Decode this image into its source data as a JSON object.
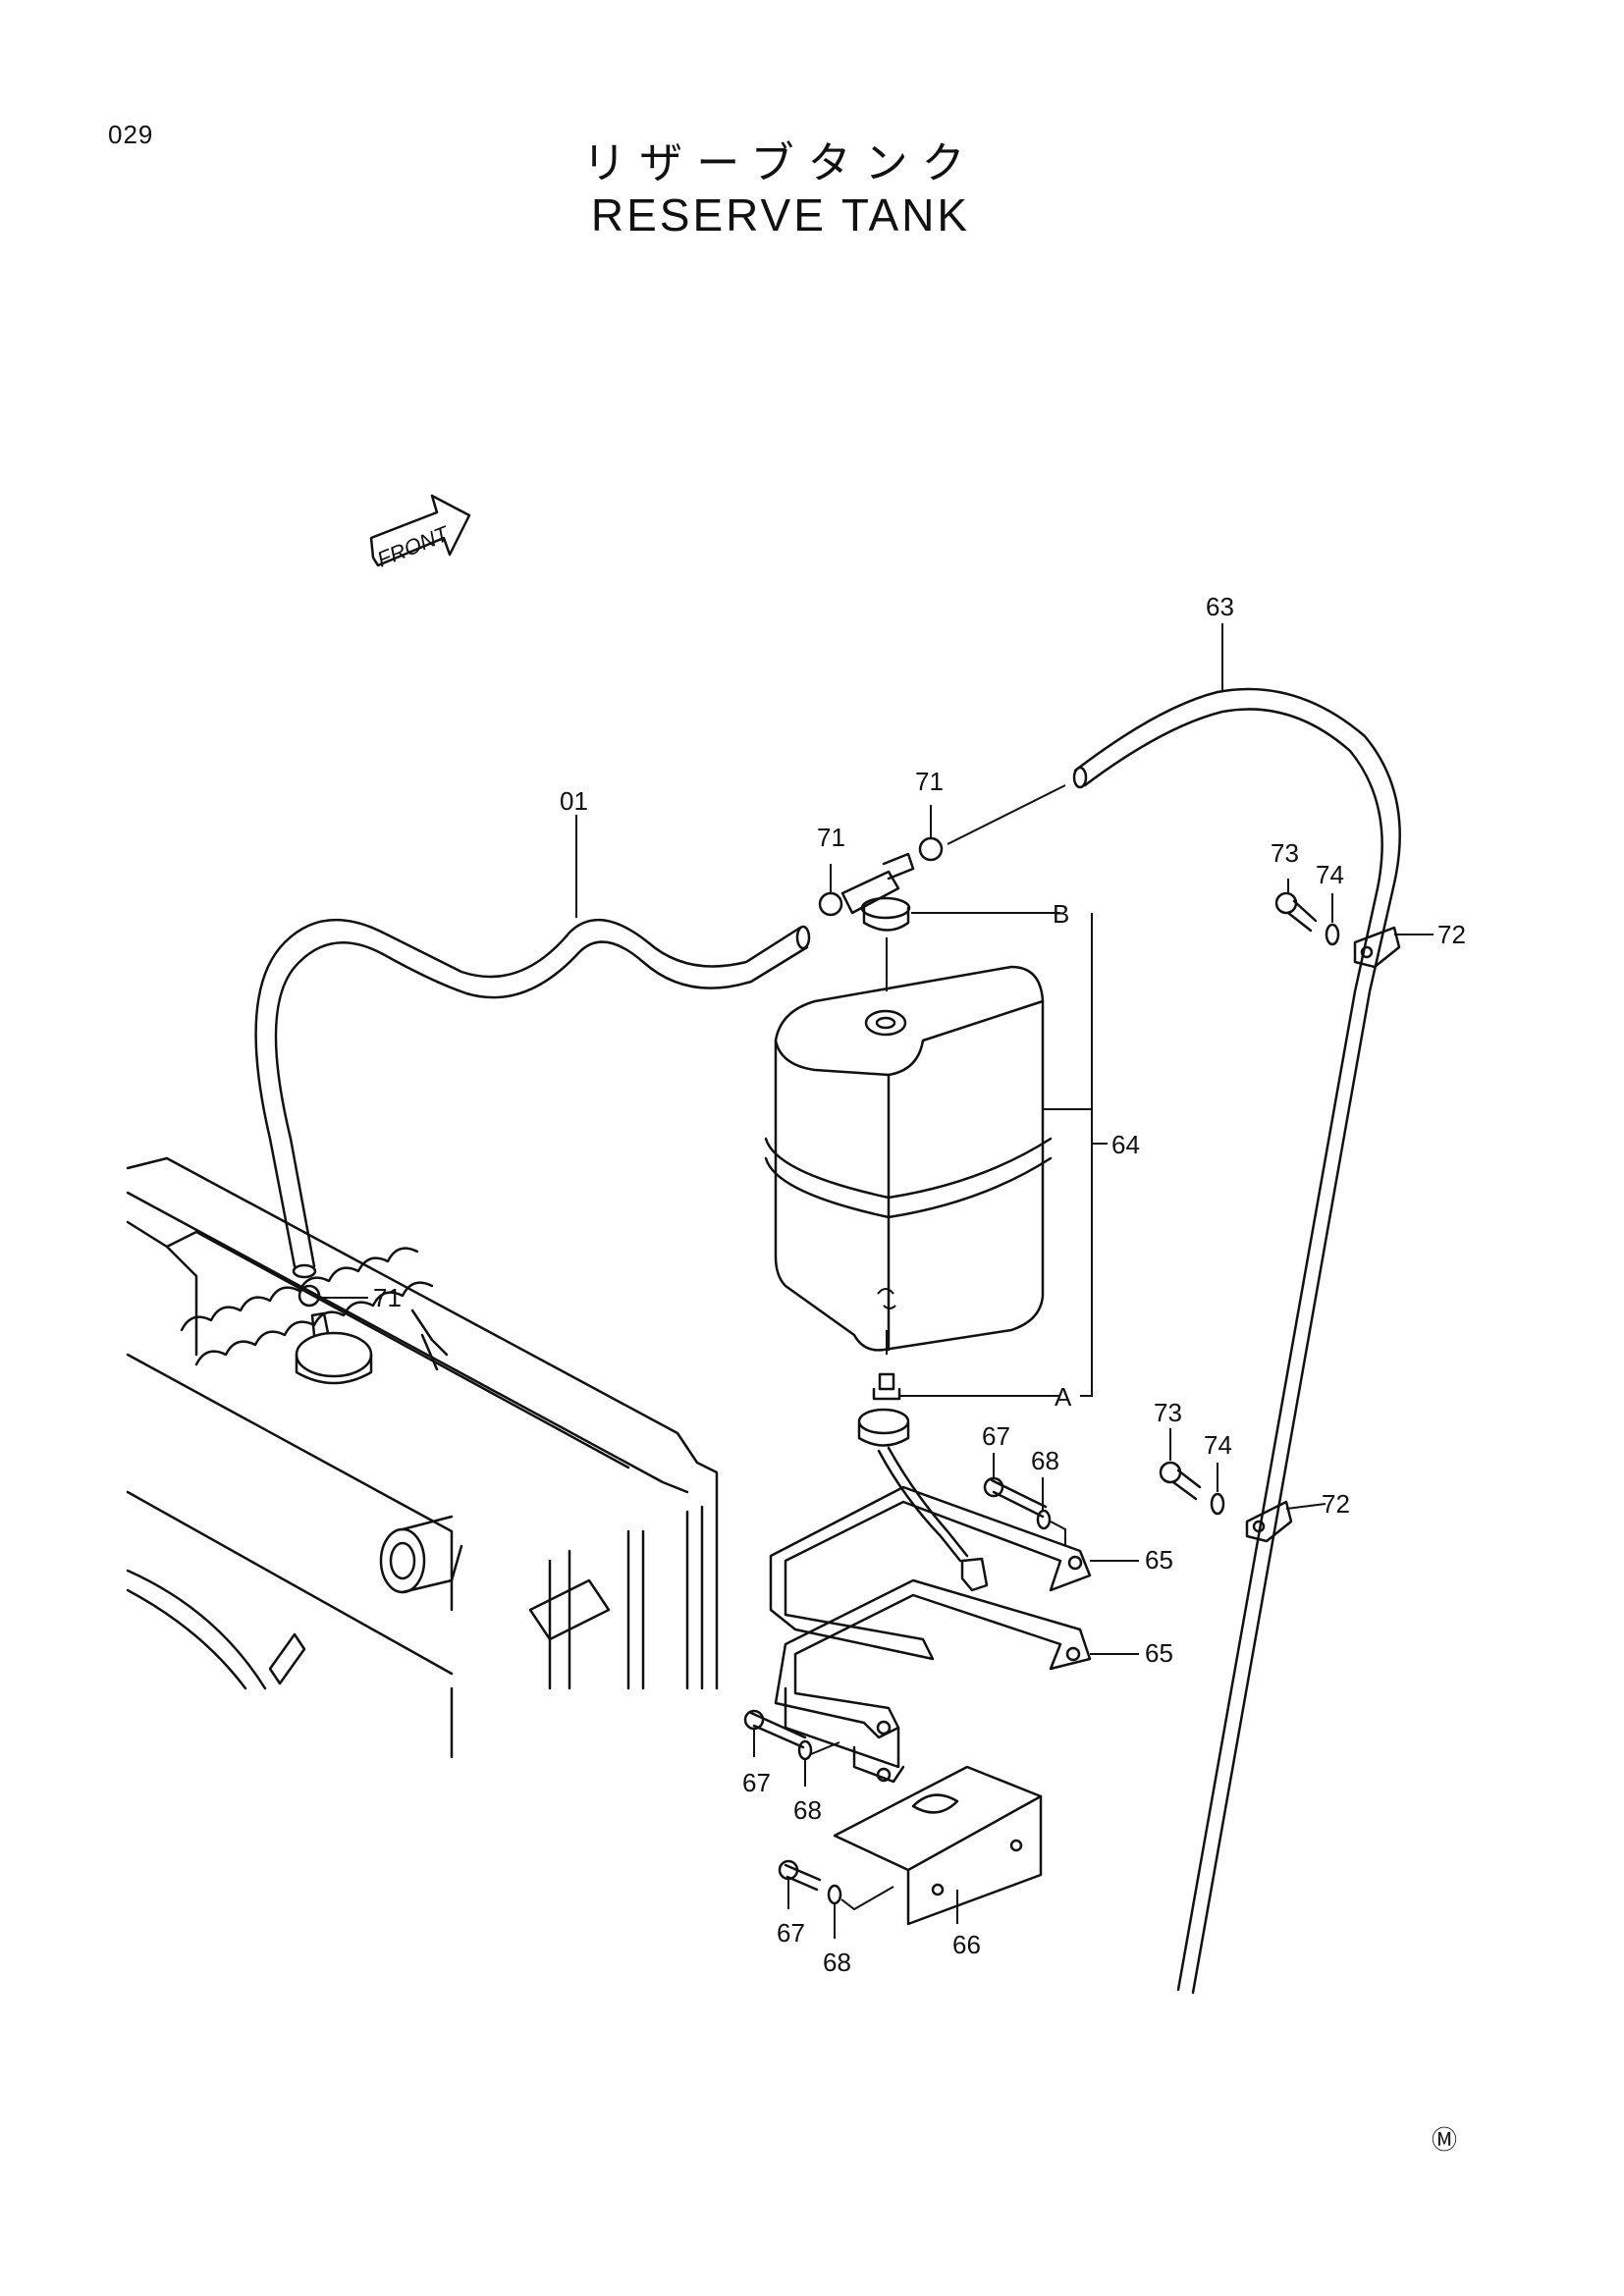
{
  "page_number": "029",
  "title_jp": "リザーブタンク",
  "title_en": "RESERVE TANK",
  "front_label": "FRONT",
  "corner_mark": "Ⓜ",
  "callouts": {
    "hose_01": "01",
    "hose_63": "63",
    "tank_64": "64",
    "band_65_upper": "65",
    "band_65_lower": "65",
    "bracket_66": "66",
    "bolt_67_a": "67",
    "bolt_67_b": "67",
    "bolt_67_c": "67",
    "washer_68_a": "68",
    "washer_68_b": "68",
    "washer_68_c": "68",
    "clamp_71_a": "71",
    "clamp_71_b": "71",
    "clamp_71_c": "71",
    "clip_72_a": "72",
    "clip_72_b": "72",
    "bolt_73_a": "73",
    "bolt_73_b": "73",
    "washer_74_a": "74",
    "washer_74_b": "74",
    "point_a": "A",
    "point_b": "B"
  }
}
